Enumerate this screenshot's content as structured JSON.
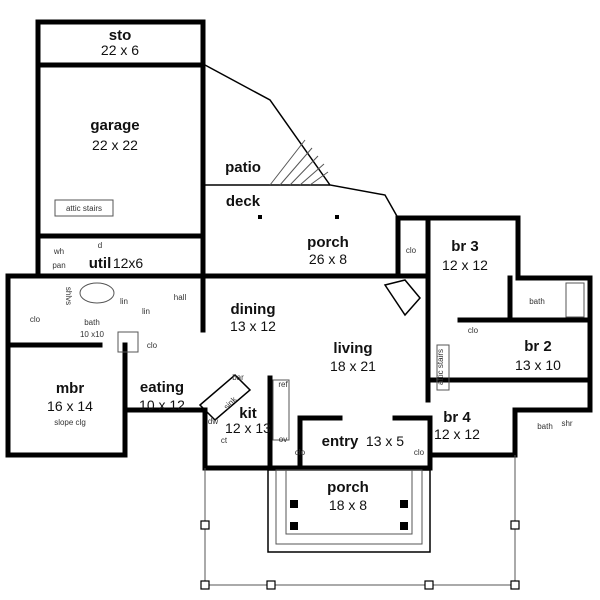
{
  "rooms": {
    "sto": {
      "name": "sto",
      "dims": "22 x 6"
    },
    "garage": {
      "name": "garage",
      "dims": "22 x 22",
      "attic_stairs": "attic stairs"
    },
    "patio": {
      "name": "patio"
    },
    "deck": {
      "name": "deck"
    },
    "rear_porch": {
      "name": "porch",
      "dims": "26 x 8"
    },
    "util": {
      "name": "util",
      "dims": "12x6",
      "wh": "wh",
      "pan": "pan",
      "d": "d"
    },
    "master_bath": {
      "name": "bath",
      "dims": "10 x10",
      "shlvs": "shlvs",
      "lin1": "lin",
      "lin2": "lin"
    },
    "master_clo": {
      "name": "clo"
    },
    "hall": {
      "name": "hall",
      "clo": "clo"
    },
    "dining": {
      "name": "dining",
      "dims": "13 x 12"
    },
    "living": {
      "name": "living",
      "dims": "18 x 21"
    },
    "br3": {
      "name": "br 3",
      "dims": "12 x 12",
      "clo": "clo"
    },
    "br2": {
      "name": "br 2",
      "dims": "13 x 10",
      "clo": "clo",
      "bath": "bath",
      "attic_stairs": "attic stairs"
    },
    "mbr": {
      "name": "mbr",
      "dims": "16 x 14",
      "note": "slope clg"
    },
    "eating": {
      "name": "eating",
      "dims": "10 x 12"
    },
    "kit": {
      "name": "kit",
      "dims": "12 x 13",
      "bar": "bar",
      "sink": "sink",
      "dw": "dw",
      "ct": "ct",
      "ref": "ref",
      "ov": "ov"
    },
    "entry": {
      "name": "entry",
      "dims": "13 x 5",
      "clo_left": "clo",
      "clo_right": "clo"
    },
    "br4": {
      "name": "br 4",
      "dims": "12 x 12",
      "bath": "bath",
      "shr": "shr"
    },
    "front_porch": {
      "name": "porch",
      "dims": "18 x 8"
    }
  }
}
